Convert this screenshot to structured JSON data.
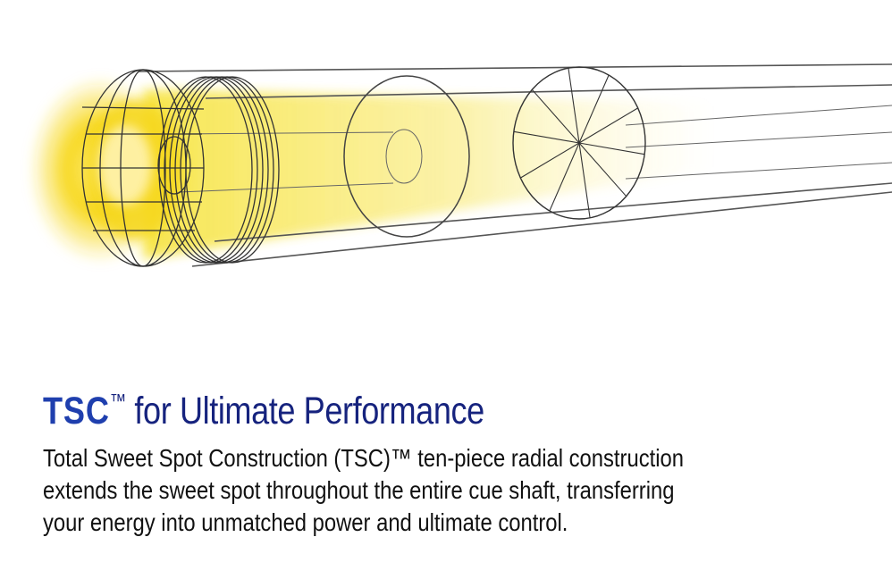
{
  "heading": {
    "brand": "TSC",
    "trademark": "™",
    "tail": " for Ultimate Performance"
  },
  "body": "Total Sweet Spot Construction (TSC)™ ten-piece radial construction extends the sweet spot throughout the entire cue shaft, transferring your energy into unmatched power and ultimate control.",
  "colors": {
    "heading_brand": "#1f3fae",
    "heading_tail": "#16237e",
    "glow": "#f5de1a",
    "glow_core": "#fff6b0",
    "outline": "#555555"
  },
  "illustration": {
    "subject": "cue-shaft-cutaway",
    "radial_pieces": 10
  }
}
